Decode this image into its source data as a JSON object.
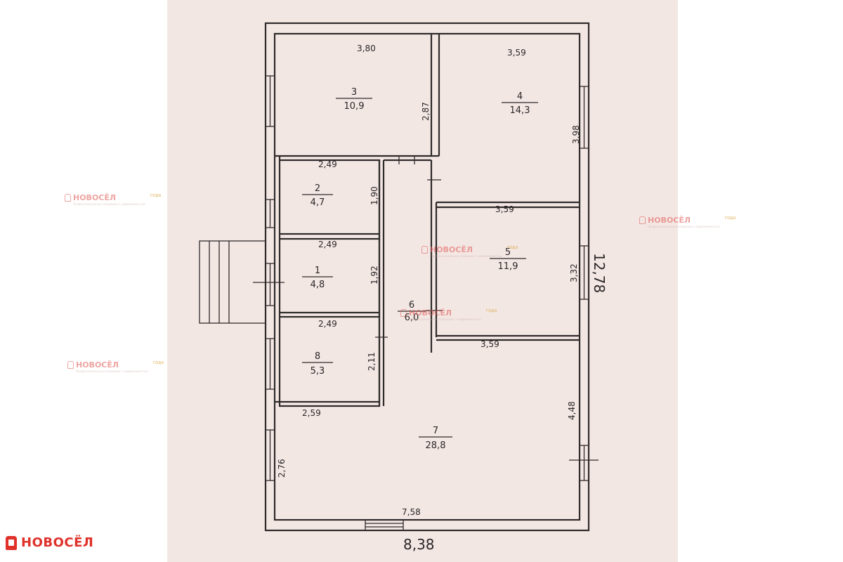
{
  "brand": {
    "name": "НОВОСЁЛ"
  },
  "watermark": {
    "logo": "НОВОСЁЛ",
    "subtitle": "Профессиональные операции с недвижимостью",
    "badge": "ГОДА"
  },
  "plan": {
    "overall_width": "8,38",
    "overall_length": "12,78",
    "rooms": [
      {
        "id": "3",
        "number": "3",
        "area": "10,9",
        "width": "3,80",
        "depth": "2,87"
      },
      {
        "id": "4",
        "number": "4",
        "area": "14,3",
        "width": "3,59",
        "depth": "3,98"
      },
      {
        "id": "2",
        "number": "2",
        "area": "4,7",
        "width": "2,49",
        "depth": "1,90"
      },
      {
        "id": "5",
        "number": "5",
        "area": "11,9",
        "width": "3,59",
        "depth": "3,32"
      },
      {
        "id": "1",
        "number": "1",
        "area": "4,8",
        "width": "2,49",
        "depth": "1,92"
      },
      {
        "id": "6",
        "number": "6",
        "area": "6,0"
      },
      {
        "id": "8",
        "number": "8",
        "area": "5,3",
        "width": "2,49",
        "depth": "2,11"
      },
      {
        "id": "7",
        "number": "7",
        "area": "28,8",
        "width_top": "2,59",
        "width_bottom": "7,58",
        "depth_left": "2,76",
        "depth_right": "4,48",
        "width_top_right": "3,59"
      }
    ]
  }
}
